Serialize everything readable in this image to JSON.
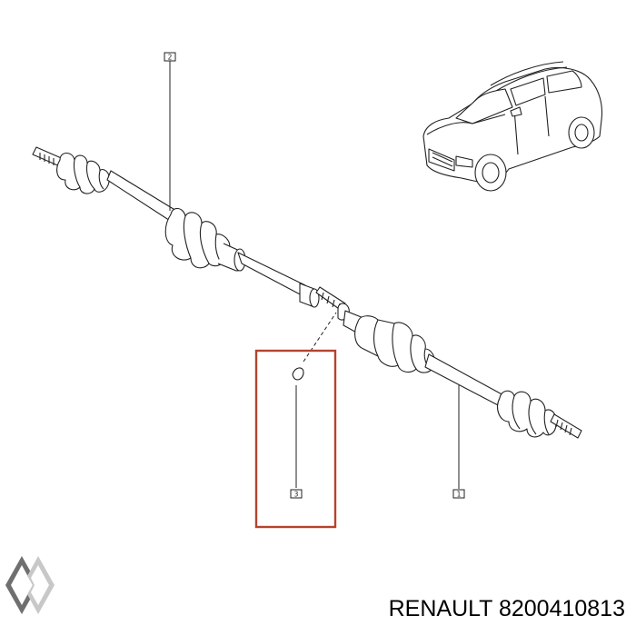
{
  "callouts": {
    "shaft_label": "1",
    "inner_joint_label": "2",
    "ring_label": "3"
  },
  "footer": {
    "brand": "RENAULT",
    "part_number": "8200410813"
  },
  "colors": {
    "highlight": "#b5432c",
    "line": "#222222",
    "logo_dark": "#6f6f6f",
    "logo_light": "#c8c8c8"
  },
  "icons": {
    "logo": "renault-diamond-icon",
    "vehicle": "suv-car-icon"
  }
}
